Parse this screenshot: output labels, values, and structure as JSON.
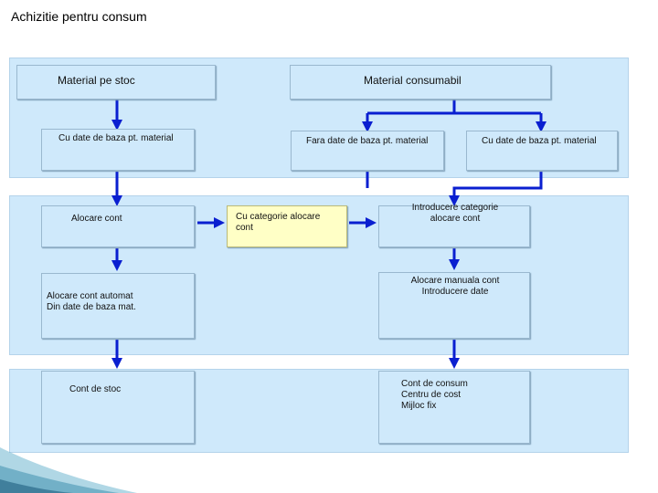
{
  "title": "Achizitie pentru consum",
  "boxes": {
    "material_stoc": "Material pe stoc",
    "material_consumabil": "Material consumabil",
    "cu_date_stoc": "Cu date de baza pt. material",
    "fara_date": "Fara date de baza pt. material",
    "cu_date_consum": "Cu date de baza pt. material",
    "alocare_cont": "Alocare cont",
    "cu_categorie": "Cu categorie alocare\ncont",
    "introducere_categorie": "Introducere categorie\nalocare cont",
    "alocare_automat": "Alocare cont automat\nDin date de baza mat.",
    "alocare_manuala": "Alocare manuala cont\nIntroducere date",
    "cont_stoc": "Cont de stoc",
    "cont_consum": "Cont de consum\nCentru de cost\nMijloc fix"
  },
  "colors": {
    "arrow": "#0a1fd0",
    "band": "#cfe9fb",
    "note": "#ffffc6"
  }
}
